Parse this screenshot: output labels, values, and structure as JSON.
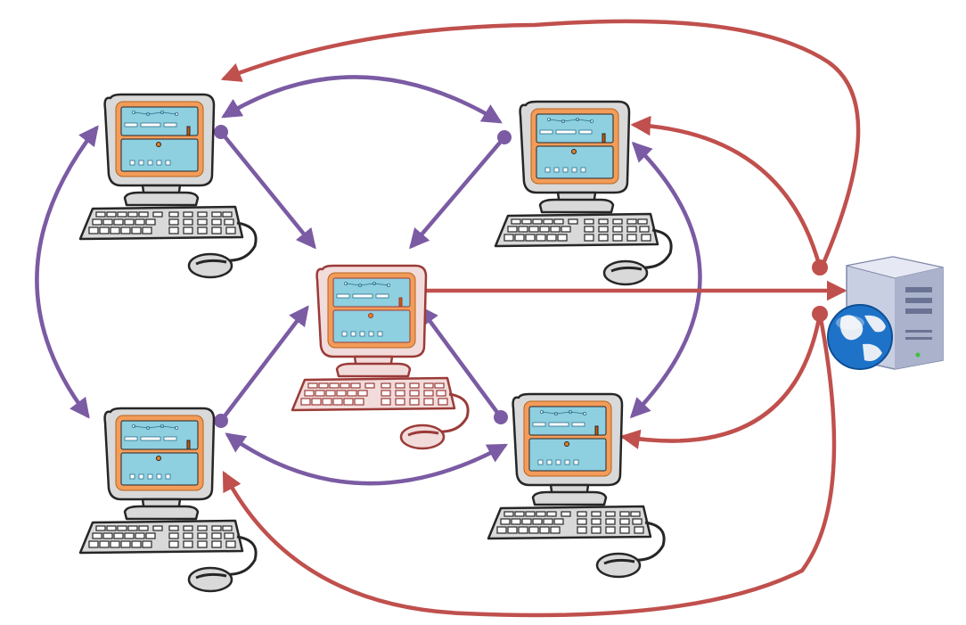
{
  "colors": {
    "purple_link": "#7b5ba3",
    "red_link": "#c0504d",
    "computer_body": "#d9d9d9",
    "computer_outline": "#262626",
    "central_body": "#f2dcdb",
    "central_outline": "#9a3b38",
    "screen_frame": "#f39c5a",
    "screen_panel": "#8ecfe0",
    "server_body": "#c9cfe3",
    "globe": "#1e73c9"
  },
  "nodes": [
    {
      "id": "top-left",
      "kind": "peer-computer",
      "icon": "desktop-computer-icon"
    },
    {
      "id": "top-right",
      "kind": "peer-computer",
      "icon": "desktop-computer-icon"
    },
    {
      "id": "center",
      "kind": "highlighted-computer",
      "icon": "desktop-computer-icon"
    },
    {
      "id": "bottom-left",
      "kind": "peer-computer",
      "icon": "desktop-computer-icon"
    },
    {
      "id": "bottom-right",
      "kind": "peer-computer",
      "icon": "desktop-computer-icon"
    },
    {
      "id": "server",
      "kind": "web-server",
      "icon": "web-server-globe-icon"
    }
  ],
  "links": [
    {
      "from": "top-left",
      "to": "top-right",
      "color": "purple",
      "arrows": "both"
    },
    {
      "from": "top-left",
      "to": "bottom-left",
      "color": "purple",
      "arrows": "both"
    },
    {
      "from": "bottom-left",
      "to": "bottom-right",
      "color": "purple",
      "arrows": "both"
    },
    {
      "from": "top-right",
      "to": "bottom-right",
      "color": "purple",
      "arrows": "both"
    },
    {
      "from": "top-left",
      "to": "center",
      "color": "purple",
      "arrows": "end"
    },
    {
      "from": "top-right",
      "to": "center",
      "color": "purple",
      "arrows": "end"
    },
    {
      "from": "bottom-left",
      "to": "center",
      "color": "purple",
      "arrows": "end"
    },
    {
      "from": "bottom-right",
      "to": "center",
      "color": "purple",
      "arrows": "end"
    },
    {
      "from": "center",
      "to": "server",
      "color": "red",
      "arrows": "end"
    },
    {
      "from": "server",
      "to": "top-left",
      "color": "red",
      "arrows": "end"
    },
    {
      "from": "server",
      "to": "top-right",
      "color": "red",
      "arrows": "end"
    },
    {
      "from": "server",
      "to": "bottom-right",
      "color": "red",
      "arrows": "end"
    },
    {
      "from": "server",
      "to": "bottom-left",
      "color": "red",
      "arrows": "end"
    }
  ]
}
